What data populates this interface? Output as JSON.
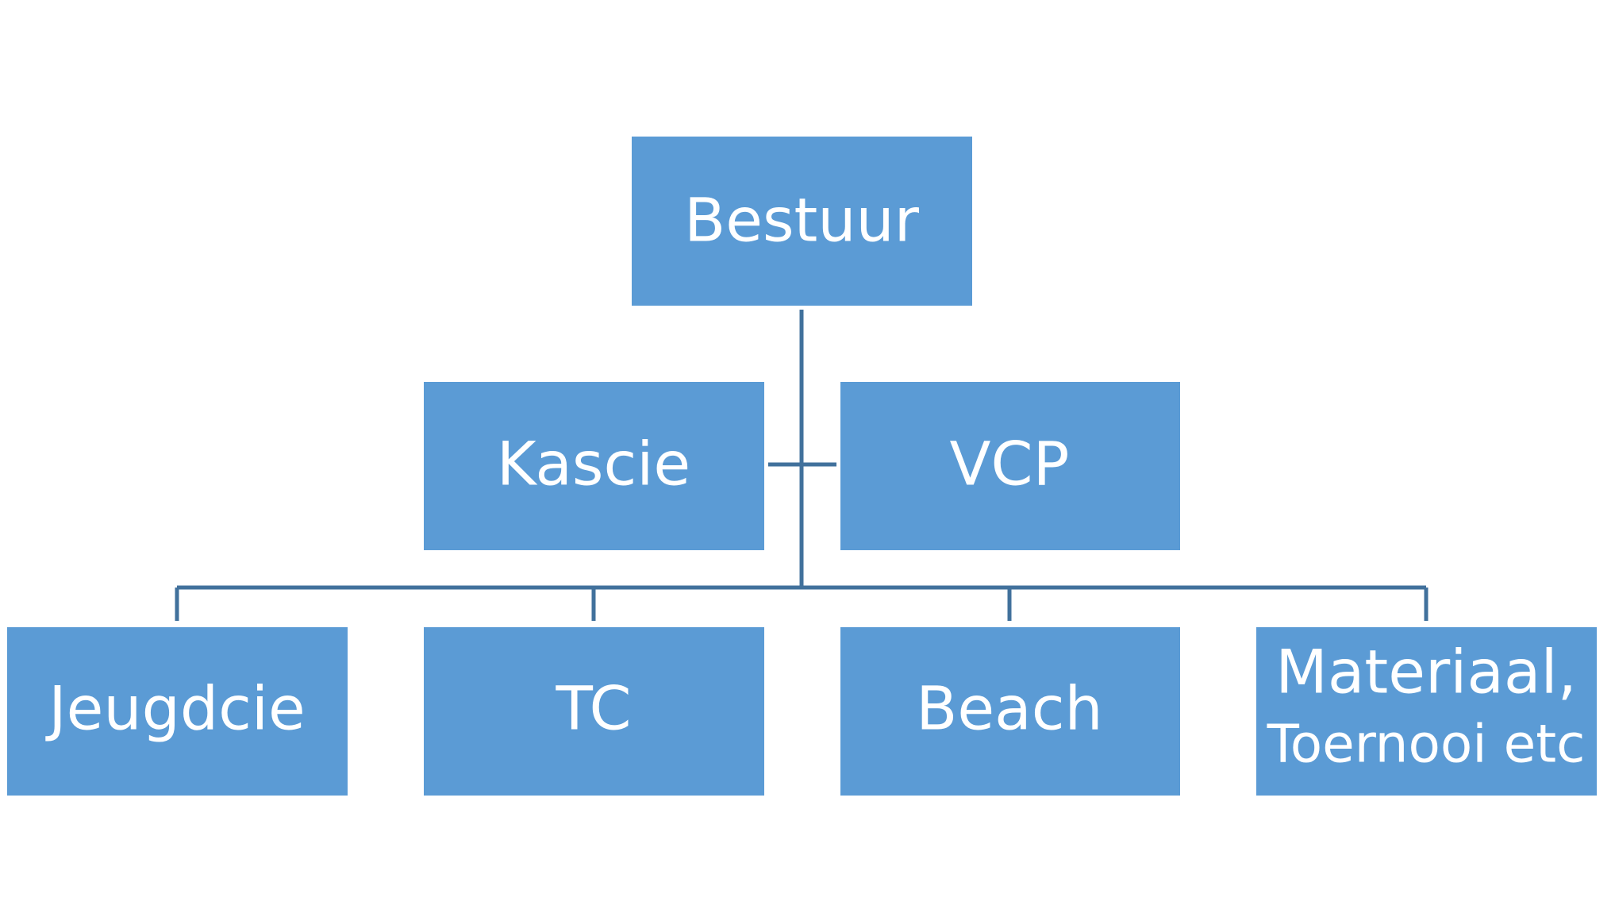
{
  "colors": {
    "box_fill": "#5B9BD5",
    "connector": "#41719C",
    "label": "#ffffff"
  },
  "nodes": {
    "bestuur": {
      "label": "Bestuur"
    },
    "kascie": {
      "label": "Kascie"
    },
    "vcp": {
      "label": "VCP"
    },
    "jeugdcie": {
      "label": "Jeugdcie"
    },
    "tc": {
      "label": "TC"
    },
    "beach": {
      "label": "Beach"
    },
    "materiaal": {
      "lines": [
        "Materiaal,",
        "Toernooi etc"
      ]
    }
  }
}
